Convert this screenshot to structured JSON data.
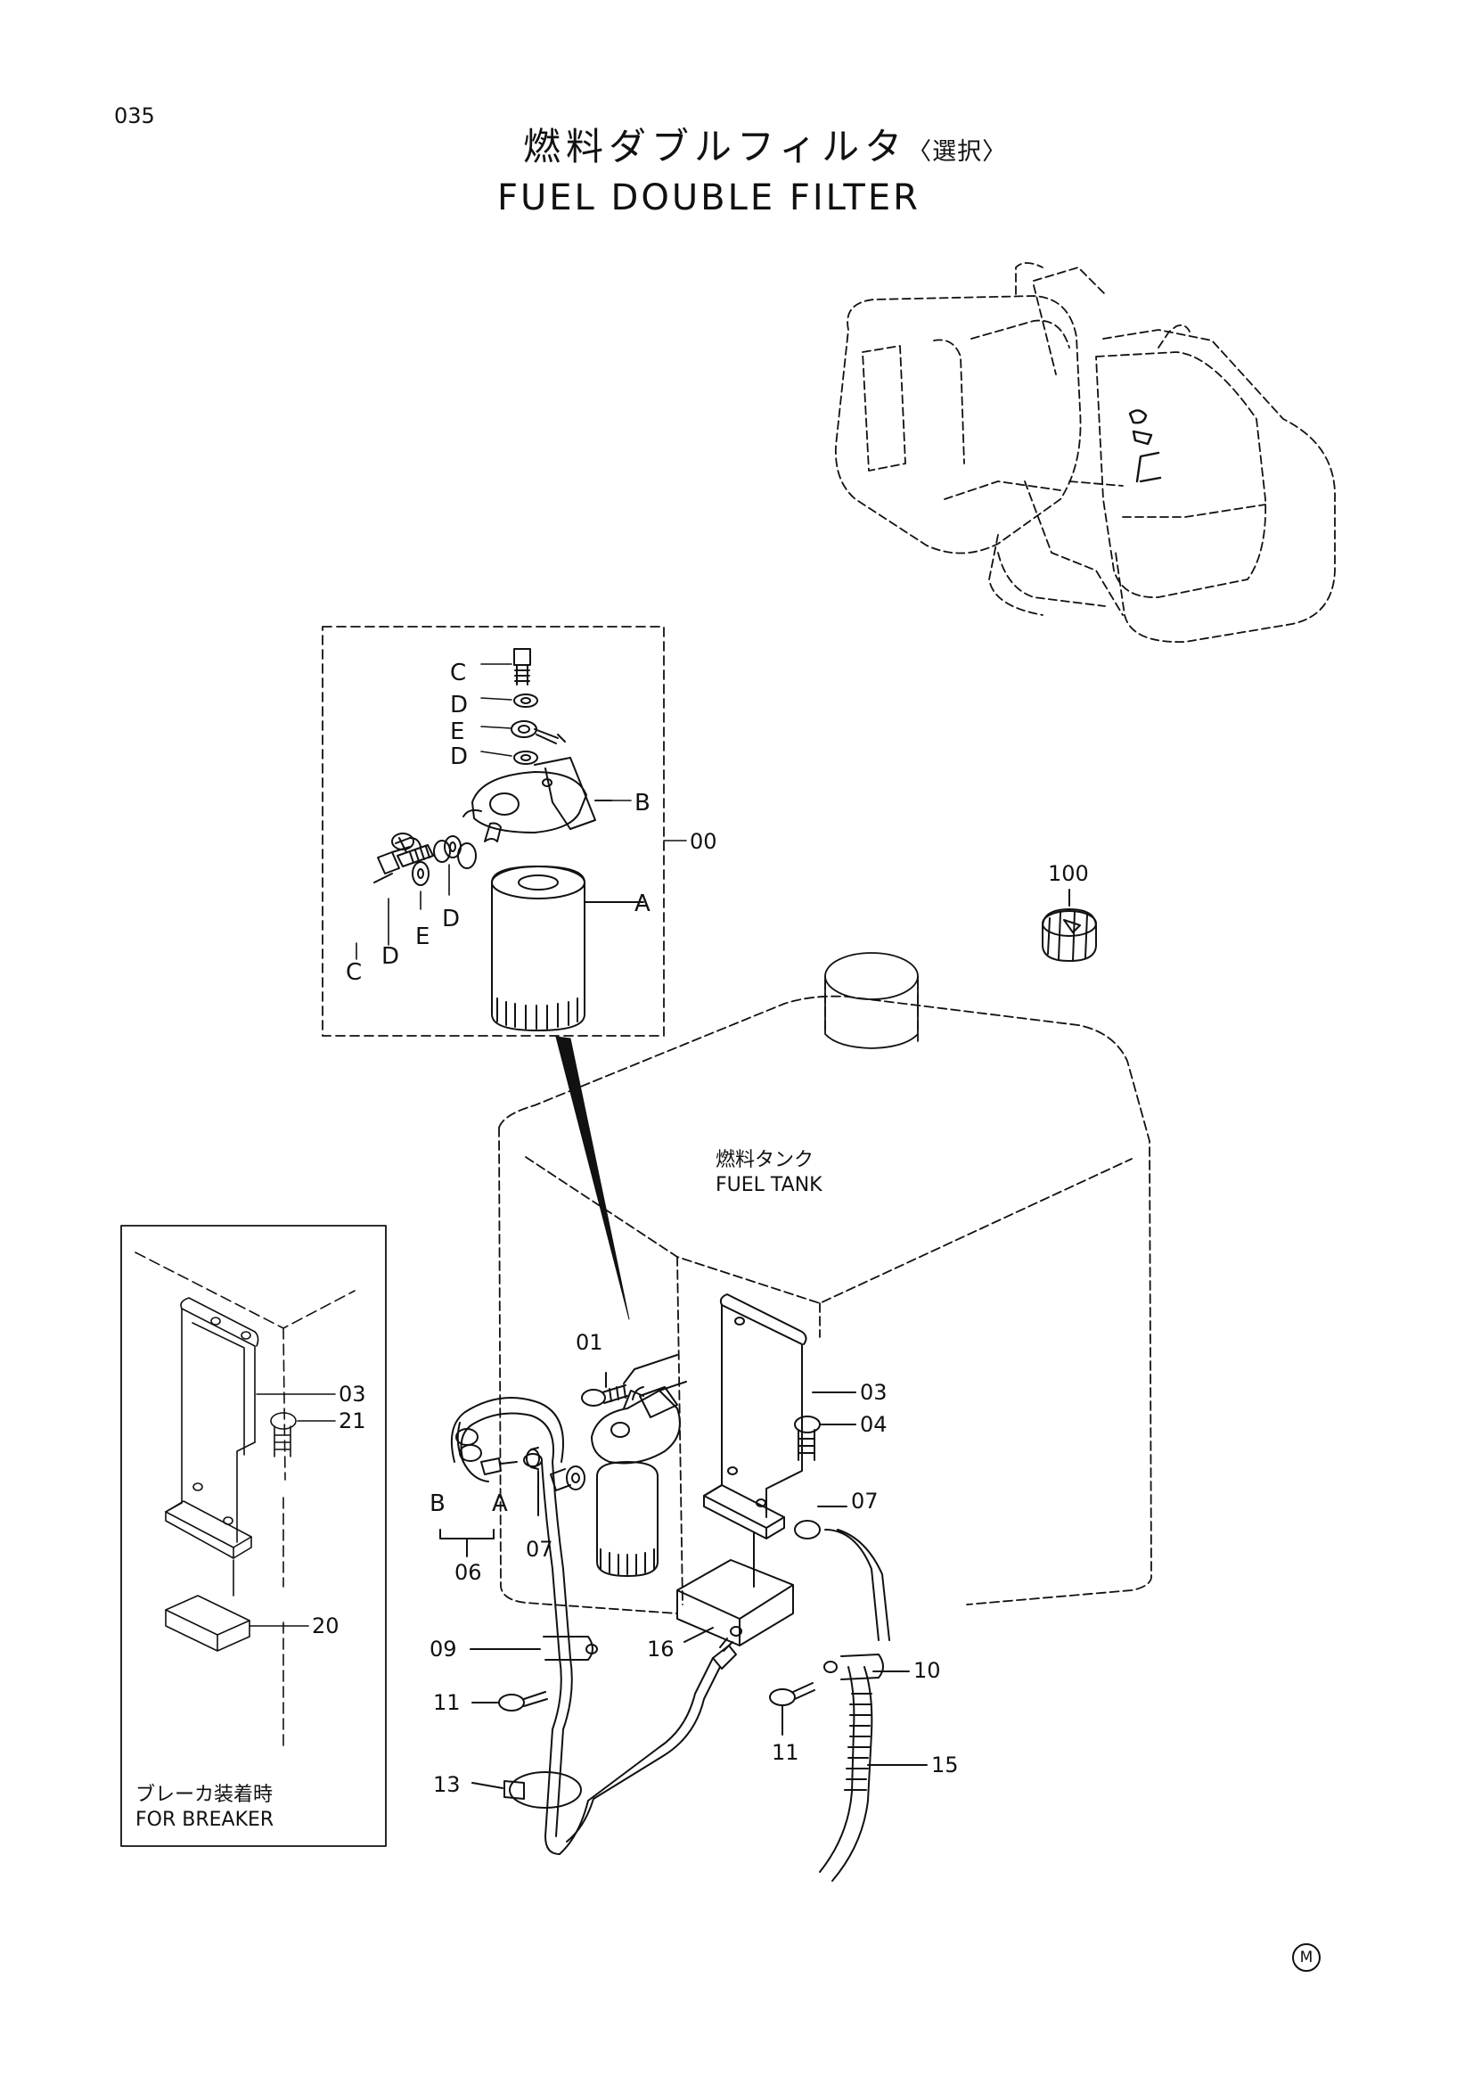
{
  "page_number": "035",
  "title": {
    "japanese": "燃料ダブルフィルタ",
    "japanese_note": "〈選択〉",
    "english": "FUEL DOUBLE FILTER"
  },
  "callouts": {
    "tank_japanese": "燃料タンク",
    "tank_english": "FUEL TANK",
    "breaker_japanese": "ブレーカ装着時",
    "breaker_english": "FOR BREAKER"
  },
  "inset_letters": {
    "c_top": "C",
    "d_top": "D",
    "e_top": "E",
    "d_mid": "D",
    "b": "B",
    "a": "A",
    "c_left": "C",
    "d_left": "D",
    "e_left": "E",
    "d_right": "D",
    "hose_b": "B",
    "hose_a": "A"
  },
  "part_numbers": {
    "p00": "00",
    "p100": "100",
    "p01": "01",
    "p03_main": "03",
    "p04": "04",
    "p07_right": "07",
    "p07_left": "07",
    "p06": "06",
    "p09": "09",
    "p16": "16",
    "p10": "10",
    "p11_left": "11",
    "p11_right": "11",
    "p13": "13",
    "p15": "15",
    "p03_inset": "03",
    "p21": "21",
    "p20": "20"
  },
  "corner_mark": "M"
}
